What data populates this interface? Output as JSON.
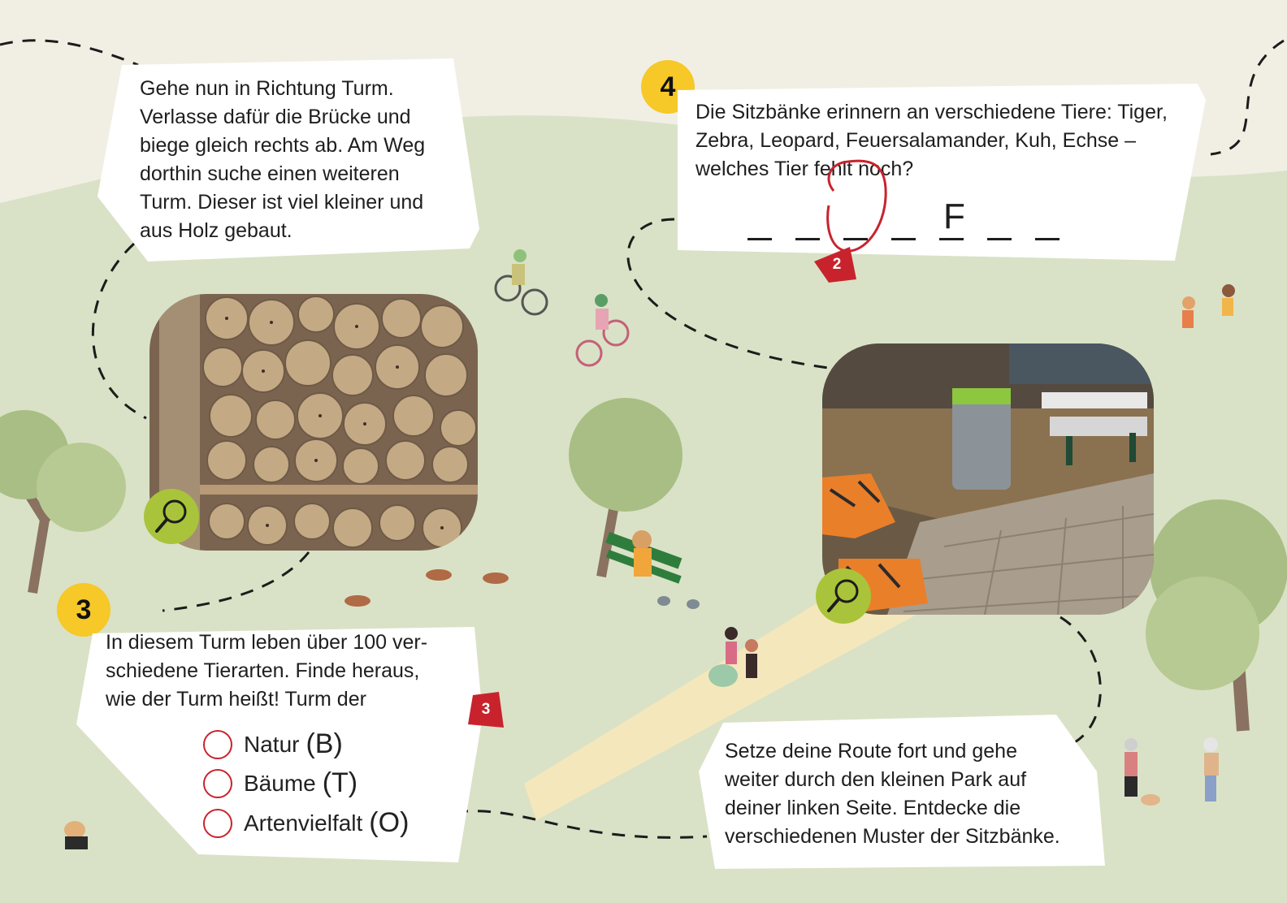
{
  "step3": {
    "number": "3",
    "intro_text": "Gehe nun in Richtung Turm.\nVerlasse dafür die Brücke und\nbiege gleich rechts ab. Am Weg\ndorthin suche einen weiteren\nTurm. Dieser ist viel kleiner und\naus Holz gebaut.",
    "question_text": "In diesem Turm leben über 100 ver-\nschiedene Tierarten. Finde heraus,\nwie der Turm heißt! Turm der",
    "tag_number": "3",
    "options": [
      {
        "label": "Natur",
        "code": "(B)"
      },
      {
        "label": "Bäume",
        "code": "(T)"
      },
      {
        "label": "Artenvielfalt",
        "code": "(O)"
      }
    ]
  },
  "step4": {
    "number": "4",
    "question_text": "Die Sitzbänke erinnern an verschiedene Tiere: Tiger,\nZebra, Leopard, Feuersalamander, Kuh, Echse –\nwelches Tier fehlt noch?",
    "answer_slots": [
      "",
      "",
      "",
      "",
      "F",
      "",
      ""
    ],
    "circled_slot_index": 2,
    "tag_number": "2",
    "route_text": "Setze deine Route fort und gehe\nweiter durch den kleinen Park auf\ndeiner linken Seite. Entdecke die\nverschiedenen Muster der Sitzbänke."
  },
  "photos": {
    "insect_hotel": "Insektenhotel aus Holz",
    "benches": "Sitzbänke im Park"
  },
  "icons": {
    "lens": "magnifier-icon"
  },
  "colors": {
    "badge": "#f6c828",
    "tag": "#c8232d",
    "lens": "#a9c43a",
    "grass": "#d9e2c6",
    "sky": "#f1efe4",
    "path": "#f5e7bc"
  }
}
